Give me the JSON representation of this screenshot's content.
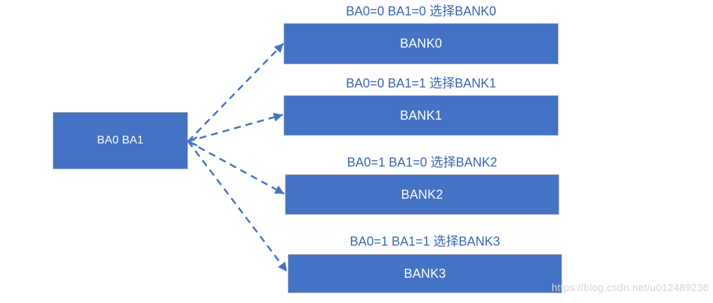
{
  "diagram": {
    "source": {
      "label": "BA0 BA1"
    },
    "banks": [
      {
        "caption": "BA0=0 BA1=0 选择BANK0",
        "box_label": "BANK0"
      },
      {
        "caption": "BA0=0 BA1=1 选择BANK1",
        "box_label": "BANK1"
      },
      {
        "caption": "BA0=1 BA1=0 选择BANK2",
        "box_label": "BANK2"
      },
      {
        "caption": "BA0=1 BA1=1 选择BANK3",
        "box_label": "BANK3"
      }
    ],
    "colors": {
      "box_fill": "#4473C5",
      "box_border": "#BDBDBD",
      "box_text": "#FFFFFF",
      "caption_text": "#3865B3",
      "arrow": "#4473C5",
      "watermark_text": "#D4D4D4",
      "background": "#FFFFFF"
    }
  },
  "watermark": {
    "text": "https://blog.csdn.net/u012489236"
  }
}
